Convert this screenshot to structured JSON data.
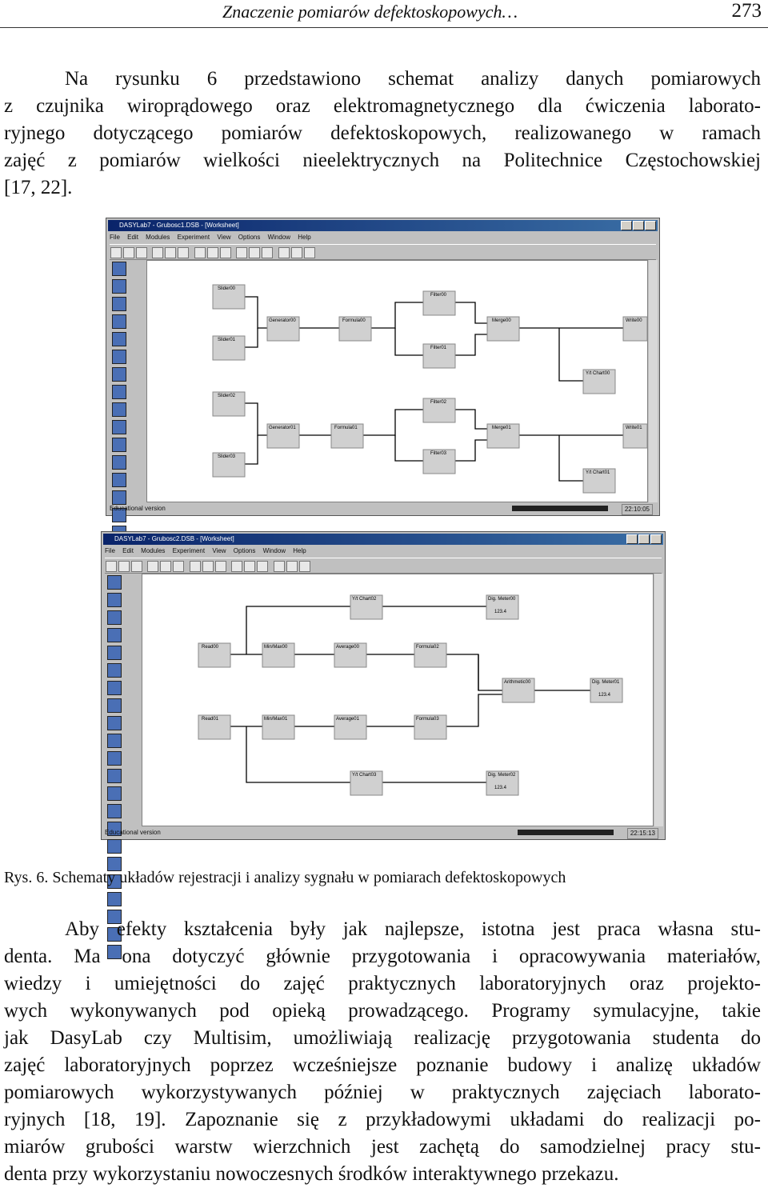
{
  "header": {
    "title": "Znaczenie pomiarów defektoskopowych…",
    "page_number": "273"
  },
  "intro_lines": [
    "Na rysunku 6 przedstawiono schemat analizy danych pomiarowych",
    "z czujnika wiroprądowego oraz elektromagnetycznego dla ćwiczenia laborato-",
    "ryjnego dotyczącego pomiarów defektoskopowych, realizowanego w ramach",
    "zajęć z pomiarów wielkości nieelektrycznych na Politechnice Częstochowskiej",
    "[17, 22]."
  ],
  "screenshot1": {
    "title": "DASYLab7 - Grubosc1.DSB - [Worksheet]",
    "menu": [
      "File",
      "Edit",
      "Modules",
      "Experiment",
      "View",
      "Options",
      "Window",
      "Help"
    ],
    "status": "Educational version",
    "clock": "22:10:05",
    "modules": {
      "slider00": "Slider00",
      "slider01": "Slider01",
      "slider02": "Slider02",
      "slider03": "Slider03",
      "generator00": "Generator00",
      "generator01": "Generator01",
      "formula00": "Formula00",
      "formula01": "Formula01",
      "filter00": "Filter00",
      "filter01": "Filter01",
      "filter02": "Filter02",
      "filter03": "Filter03",
      "merge00": "Merge00",
      "merge01": "Merge01",
      "ytchart00": "Y/t Chart00",
      "ytchart01": "Y/t Chart01",
      "write00": "Write00",
      "write01": "Write01"
    }
  },
  "screenshot2": {
    "title": "DASYLab7 - Grubosc2.DSB - [Worksheet]",
    "menu": [
      "File",
      "Edit",
      "Modules",
      "Experiment",
      "View",
      "Options",
      "Window",
      "Help"
    ],
    "status": "Educational version",
    "clock": "22:15:13",
    "modules": {
      "read00": "Read00",
      "read01": "Read01",
      "minmax00": "Min/Max00",
      "minmax01": "Min/Max01",
      "average00": "Average00",
      "average01": "Average01",
      "formula02": "Formula02",
      "formula03": "Formula03",
      "ytchart02": "Y/t Chart02",
      "ytchart03": "Y/t Chart03",
      "arithmetic00": "Arithmetic00",
      "digmeter00": "Dig. Meter00",
      "digmeter01": "Dig. Meter01",
      "digmeter02": "Dig. Meter02",
      "readout": "123.4"
    }
  },
  "caption": "Rys. 6. Schematy układów rejestracji i analizy sygnału w pomiarach defektoskopowych",
  "body_lines": [
    "Aby efekty kształcenia były jak najlepsze, istotna jest praca własna stu-",
    "denta. Ma ona dotyczyć głównie przygotowania i opracowywania materiałów,",
    "wiedzy i umiejętności do zajęć praktycznych laboratoryjnych oraz projekto-",
    "wych wykonywanych pod opieką prowadzącego. Programy symulacyjne, takie",
    "jak DasyLab czy Multisim, umożliwiają realizację przygotowania studenta do",
    "zajęć laboratoryjnych poprzez wcześniejsze poznanie budowy i analizę układów",
    "pomiarowych wykorzystywanych później w praktycznych zajęciach laborato-",
    "ryjnych [18, 19]. Zapoznanie się z przykładowymi układami do realizacji po-",
    "miarów grubości warstw wierzchnich jest zachętą do samodzielnej pracy stu-",
    "denta przy wykorzystaniu nowoczesnych środków interaktywnego przekazu."
  ]
}
